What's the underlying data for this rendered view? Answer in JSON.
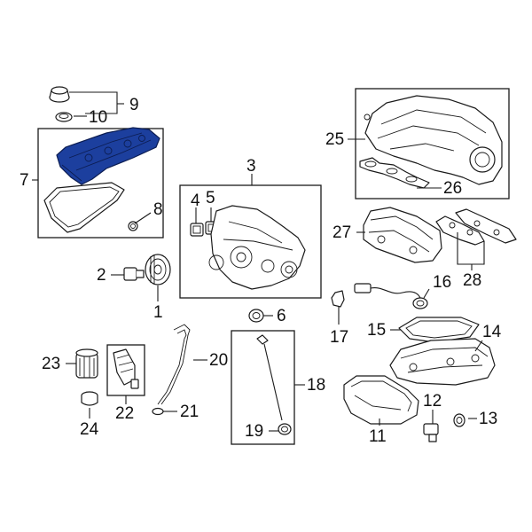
{
  "diagram": {
    "highlight_color": "#1c3f9e",
    "callouts": {
      "c1": "1",
      "c2": "2",
      "c3": "3",
      "c4": "4",
      "c5": "5",
      "c6": "6",
      "c7": "7",
      "c8": "8",
      "c9": "9",
      "c10": "10",
      "c11": "11",
      "c12": "12",
      "c13": "13",
      "c14": "14",
      "c15": "15",
      "c16": "16",
      "c17": "17",
      "c18": "18",
      "c19": "19",
      "c20": "20",
      "c21": "21",
      "c22": "22",
      "c23": "23",
      "c24": "24",
      "c25": "25",
      "c26": "26",
      "c27": "27",
      "c28": "28"
    }
  }
}
